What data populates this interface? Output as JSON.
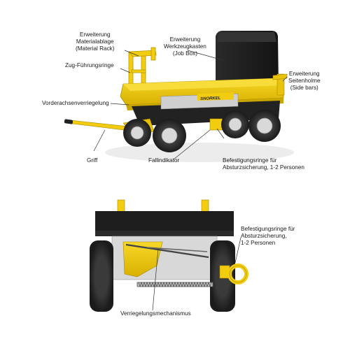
{
  "labels": {
    "material_rack": [
      "Erweiterung",
      "Materialablage",
      "(Material Rack)"
    ],
    "job_box": [
      "Erweiterung",
      "Werkzeugkasten",
      "(Job Box)"
    ],
    "tow_rings": [
      "Zug-Führungsringe"
    ],
    "side_bars": [
      "Erweiterung",
      "Seitenholme",
      "(Side bars)"
    ],
    "front_axle_lock": [
      "Vorderachsenverriegelung"
    ],
    "handle": [
      "Griff"
    ],
    "fall_indicator": [
      "Fallindikator"
    ],
    "anchor_rings_top": [
      "Befestigungsringe für",
      "Absturzsicherung, 1-2 Personen"
    ],
    "anchor_rings_bottom": [
      "Befestigungsringe für",
      "Absturzsicherung,",
      "1-2 Personen"
    ],
    "locking_mechanism": [
      "Verriegelungsmechanismus"
    ]
  },
  "decal_text": "SNORKEL",
  "colors": {
    "yellow": "#f2cc0f",
    "yellow_dark": "#c9a600",
    "black": "#1e1e1e",
    "tire": "#2a2a2a",
    "rim": "#d9d9d9",
    "steel": "#9a9a9a"
  }
}
